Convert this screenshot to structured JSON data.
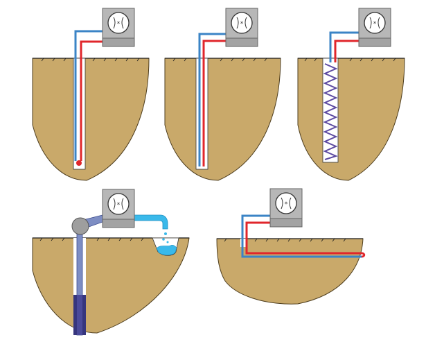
{
  "diagram": {
    "colors": {
      "soil": "#c9a96a",
      "soil_line": "#4d3d1e",
      "ground_line": "#1a1a1a",
      "bore": "#ffffff",
      "pipe_cold": "#3b84c6",
      "pipe_hot": "#e0262b",
      "heat_pump_body": "#b7b7b7",
      "heat_pump_panel": "#a3a3a3",
      "heat_pump_fan": "#ffffff",
      "water": "#3ab9ea",
      "well_pipe": "#7d8dc3",
      "well_casing": "#36367e",
      "coil": "#5d4aa2"
    },
    "panels": [
      {
        "name": "vertical-u-loop",
        "icon": "heat-pump-icon"
      },
      {
        "name": "vertical-coaxial-loop",
        "icon": "heat-pump-icon"
      },
      {
        "name": "vertical-helical-loop",
        "icon": "heat-pump-icon"
      },
      {
        "name": "open-loop-well",
        "icon": "heat-pump-icon"
      },
      {
        "name": "horizontal-loop",
        "icon": "heat-pump-icon"
      }
    ]
  }
}
